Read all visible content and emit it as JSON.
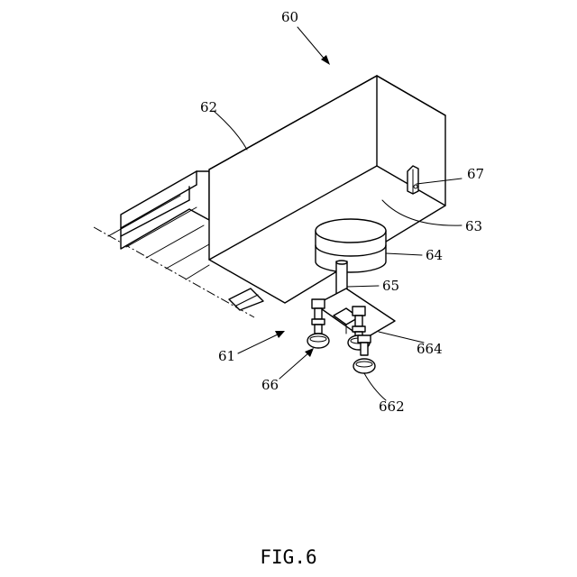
{
  "figure": {
    "caption": "FIG.6",
    "labels": {
      "l60": "60",
      "l62": "62",
      "l67": "67",
      "l63": "63",
      "l64": "64",
      "l65": "65",
      "l61": "61",
      "l664": "664",
      "l66": "66",
      "l662": "662"
    }
  }
}
